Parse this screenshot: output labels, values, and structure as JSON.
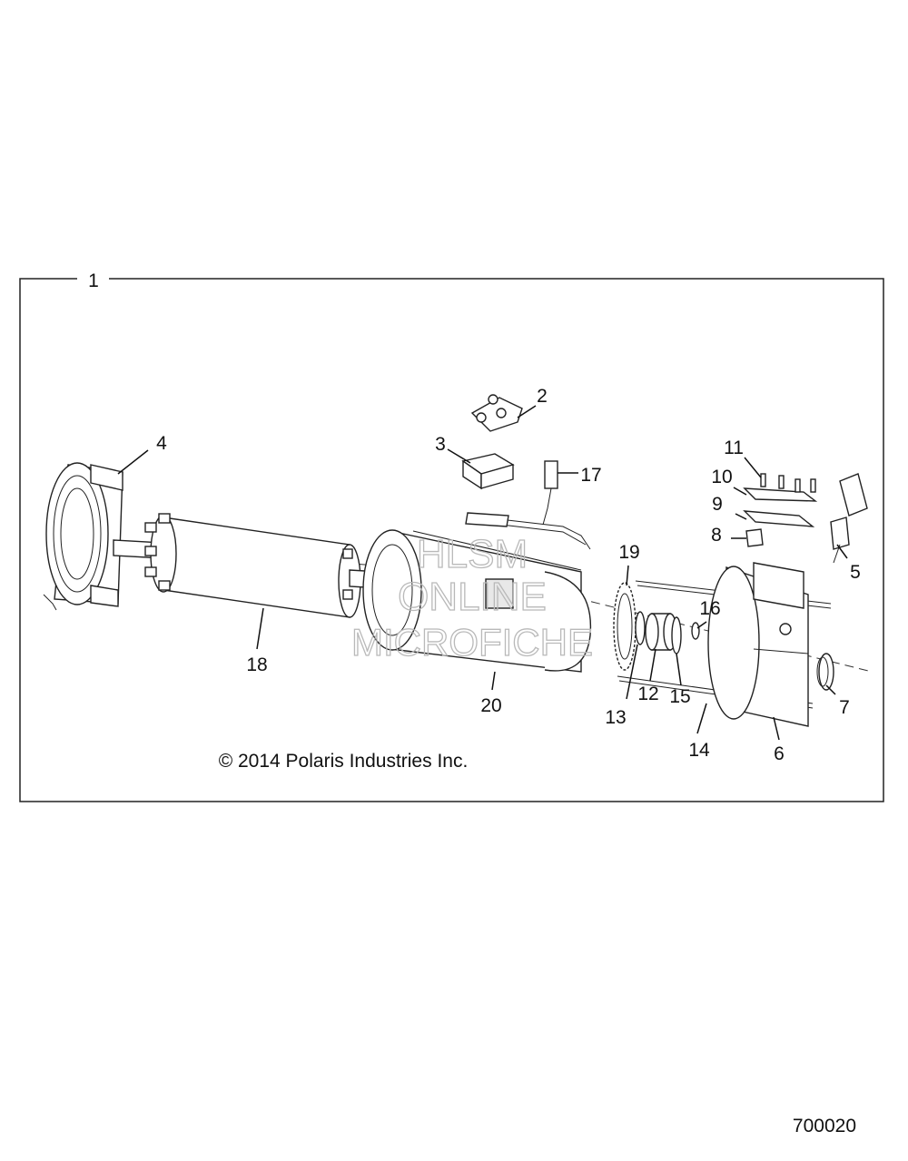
{
  "diagram": {
    "figure_number": "700020",
    "copyright": "© 2014 Polaris Industries Inc.",
    "watermark": [
      "HLSM",
      "ONLINE",
      "MICROFICHE"
    ],
    "callouts": {
      "c1": "1",
      "c2": "2",
      "c3": "3",
      "c4": "4",
      "c5": "5",
      "c6": "6",
      "c7": "7",
      "c8": "8",
      "c9": "9",
      "c10": "10",
      "c11": "11",
      "c12": "12",
      "c13": "13",
      "c14": "14",
      "c15": "15",
      "c16": "16",
      "c17": "17",
      "c18": "18",
      "c19": "19",
      "c20": "20"
    }
  }
}
